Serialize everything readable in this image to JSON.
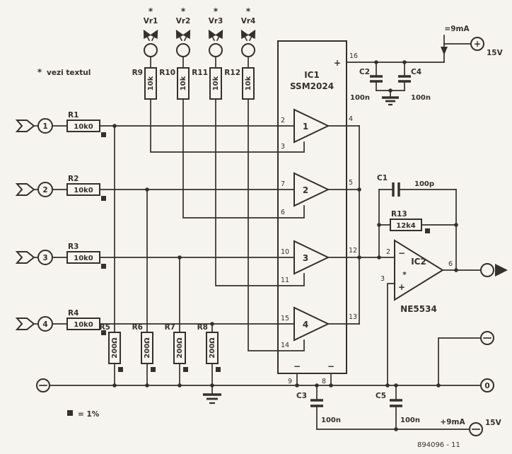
{
  "page": {
    "paper": "#f6f4ef",
    "ink": "#34302b"
  },
  "notes": {
    "star": "*",
    "see_text": "vezi textul",
    "tolerance": "= 1%",
    "drawing_number": "894096 - 11"
  },
  "channels": [
    {
      "num": "1",
      "res_ref": "R1",
      "res_val": "10k0"
    },
    {
      "num": "2",
      "res_ref": "R2",
      "res_val": "10k0"
    },
    {
      "num": "3",
      "res_ref": "R3",
      "res_val": "10k0"
    },
    {
      "num": "4",
      "res_ref": "R4",
      "res_val": "10k0"
    }
  ],
  "trimmers": [
    {
      "star": "*",
      "label": "Vr1",
      "res_ref": "R9",
      "res_val": "10k"
    },
    {
      "star": "*",
      "label": "Vr2",
      "res_ref": "R10",
      "res_val": "10k"
    },
    {
      "star": "*",
      "label": "Vr3",
      "res_ref": "R11",
      "res_val": "10k"
    },
    {
      "star": "*",
      "label": "Vr4",
      "res_ref": "R12",
      "res_val": "10k"
    }
  ],
  "shunts": [
    {
      "ref": "R5",
      "value": "200Ω"
    },
    {
      "ref": "R6",
      "value": "200Ω"
    },
    {
      "ref": "R7",
      "value": "200Ω"
    },
    {
      "ref": "R8",
      "value": "200Ω"
    }
  ],
  "ic1": {
    "ref": "IC1",
    "part": "SSM2024",
    "pin_vplus": "16",
    "plus": "+",
    "minus_a": "−",
    "minus_b": "−",
    "pin_gnd_a": "9",
    "pin_gnd_b": "8",
    "amps": [
      {
        "num": "1",
        "pin_in": "2",
        "pin_ctl": "3",
        "pin_out": "4"
      },
      {
        "num": "2",
        "pin_in": "7",
        "pin_ctl": "6",
        "pin_out": "5"
      },
      {
        "num": "3",
        "pin_in": "10",
        "pin_ctl": "11",
        "pin_out": "12"
      },
      {
        "num": "4",
        "pin_in": "15",
        "pin_ctl": "14",
        "pin_out": "13"
      }
    ]
  },
  "ic2": {
    "ref": "IC2",
    "part": "NE5534",
    "pin_inv": "2",
    "pin_noninv": "3",
    "pin_out": "6",
    "minus": "−",
    "plus": "+",
    "star": "*"
  },
  "caps": {
    "c1": {
      "ref": "C1",
      "value": "100p"
    },
    "c2": {
      "ref": "C2",
      "value": "100n"
    },
    "c3": {
      "ref": "C3",
      "value": "100n"
    },
    "c4": {
      "ref": "C4",
      "value": "100n"
    },
    "c5": {
      "ref": "C5",
      "value": "100n"
    }
  },
  "r13": {
    "ref": "R13",
    "value": "12k4"
  },
  "supply_pos": {
    "current": "=9mA",
    "sign": "+",
    "volts": "15V"
  },
  "supply_neg": {
    "current": "+9mA",
    "volts": "15V"
  },
  "terminals": {
    "zero": "0"
  }
}
